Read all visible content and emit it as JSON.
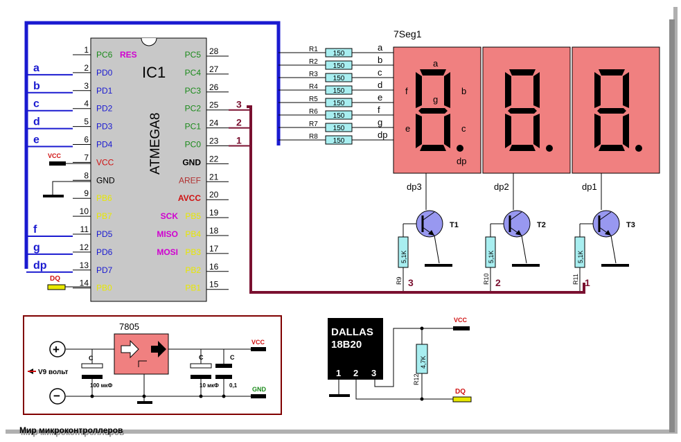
{
  "ic": {
    "ref": "IC1",
    "part": "ATMEGA8",
    "left_pins": [
      {
        "num": "1",
        "label": "PC6",
        "label2": "RES",
        "color": "#1a8a1a",
        "color2": "#d000d0"
      },
      {
        "num": "2",
        "label": "PD0",
        "color": "#1a1ad0"
      },
      {
        "num": "3",
        "label": "PD1",
        "color": "#1a1ad0"
      },
      {
        "num": "4",
        "label": "PD2",
        "color": "#1a1ad0"
      },
      {
        "num": "5",
        "label": "PD3",
        "color": "#1a1ad0"
      },
      {
        "num": "6",
        "label": "PD4",
        "color": "#1a1ad0"
      },
      {
        "num": "7",
        "label": "VCC",
        "color": "#d01010"
      },
      {
        "num": "8",
        "label": "GND",
        "color": "#000000"
      },
      {
        "num": "9",
        "label": "PB6",
        "color": "#e8e800"
      },
      {
        "num": "10",
        "label": "PB7",
        "color": "#e8e800"
      },
      {
        "num": "11",
        "label": "PD5",
        "color": "#1a1ad0"
      },
      {
        "num": "12",
        "label": "PD6",
        "color": "#1a1ad0"
      },
      {
        "num": "13",
        "label": "PD7",
        "color": "#1a1ad0"
      },
      {
        "num": "14",
        "label": "PB0",
        "color": "#e8e800"
      }
    ],
    "right_pins": [
      {
        "num": "28",
        "label": "PC5",
        "color": "#1a8a1a"
      },
      {
        "num": "27",
        "label": "PC4",
        "color": "#1a8a1a"
      },
      {
        "num": "26",
        "label": "PC3",
        "color": "#1a8a1a"
      },
      {
        "num": "25",
        "label": "PC2",
        "color": "#1a8a1a"
      },
      {
        "num": "24",
        "label": "PC1",
        "color": "#1a8a1a"
      },
      {
        "num": "23",
        "label": "PC0",
        "color": "#1a8a1a"
      },
      {
        "num": "22",
        "label": "GND",
        "color": "#000000"
      },
      {
        "num": "21",
        "label": "AREF",
        "color": "#b03030"
      },
      {
        "num": "20",
        "label": "AVCC",
        "color": "#d01010"
      },
      {
        "num": "19",
        "label": "PB5",
        "label2": "SCK",
        "color": "#e8e800",
        "color2": "#d000d0"
      },
      {
        "num": "18",
        "label": "PB4",
        "label2": "MISO",
        "color": "#e8e800",
        "color2": "#d000d0"
      },
      {
        "num": "17",
        "label": "PB3",
        "label2": "MOSI",
        "color": "#e8e800",
        "color2": "#d000d0"
      },
      {
        "num": "16",
        "label": "PB2",
        "color": "#e8e800"
      },
      {
        "num": "15",
        "label": "PB1",
        "color": "#e8e800"
      }
    ]
  },
  "signals_left": [
    "a",
    "b",
    "c",
    "d",
    "e",
    "f",
    "g",
    "dp"
  ],
  "digit_select": [
    "3",
    "2",
    "1"
  ],
  "display": {
    "ref": "7Seg1",
    "segments": [
      "a",
      "b",
      "c",
      "d",
      "e",
      "f",
      "g",
      "dp"
    ],
    "digit1_labels": {
      "a": "a",
      "b": "b",
      "c": "c",
      "e": "e",
      "f": "f",
      "g": "g",
      "dp": "dp"
    },
    "commons": [
      "dp3",
      "dp2",
      "dp1"
    ]
  },
  "resistors": {
    "refs": [
      "R1",
      "R2",
      "R3",
      "R4",
      "R5",
      "R6",
      "R7",
      "R8"
    ],
    "value": "150"
  },
  "transistors": [
    {
      "ref": "T1",
      "base_res": "R9",
      "res_value": "5,1K",
      "select": "3"
    },
    {
      "ref": "T2",
      "base_res": "R10",
      "res_value": "5,1K",
      "select": "2"
    },
    {
      "ref": "T3",
      "base_res": "R11",
      "res_value": "5,1K",
      "select": "1"
    }
  ],
  "power_labels": {
    "vcc": "VCC",
    "dq": "DQ",
    "gnd": "GND"
  },
  "regulator": {
    "ref": "7805",
    "input_label": "V9 вольт",
    "c1_label": "C",
    "c1_value": "100 мкФ",
    "c2_label": "C",
    "c2_value": "10 мкФ",
    "c3_label": "C",
    "c3_value": "0,1",
    "out_label": "VCC",
    "gnd_label": "GND"
  },
  "sensor": {
    "line1": "DALLAS",
    "line2": "18B20",
    "pins": [
      "1",
      "2",
      "3"
    ],
    "pullup_ref": "R12",
    "pullup_value": "4,7K",
    "vcc_label": "VCC",
    "dq_label": "DQ"
  },
  "footer": "Мир микроконтроллеров",
  "colors": {
    "bus_blue": "#1a1ad0",
    "bus_maroon": "#7a1030",
    "seg_fill": "#f08080",
    "seg_dark": "#000000",
    "resistor_fill": "#a8eef0",
    "transistor_fill": "#9898f0",
    "reg_fill": "#f08080",
    "ic_fill": "#c8c8c8",
    "pin_num_yellow": "#e8e800",
    "regulator_frame": "#800000"
  }
}
